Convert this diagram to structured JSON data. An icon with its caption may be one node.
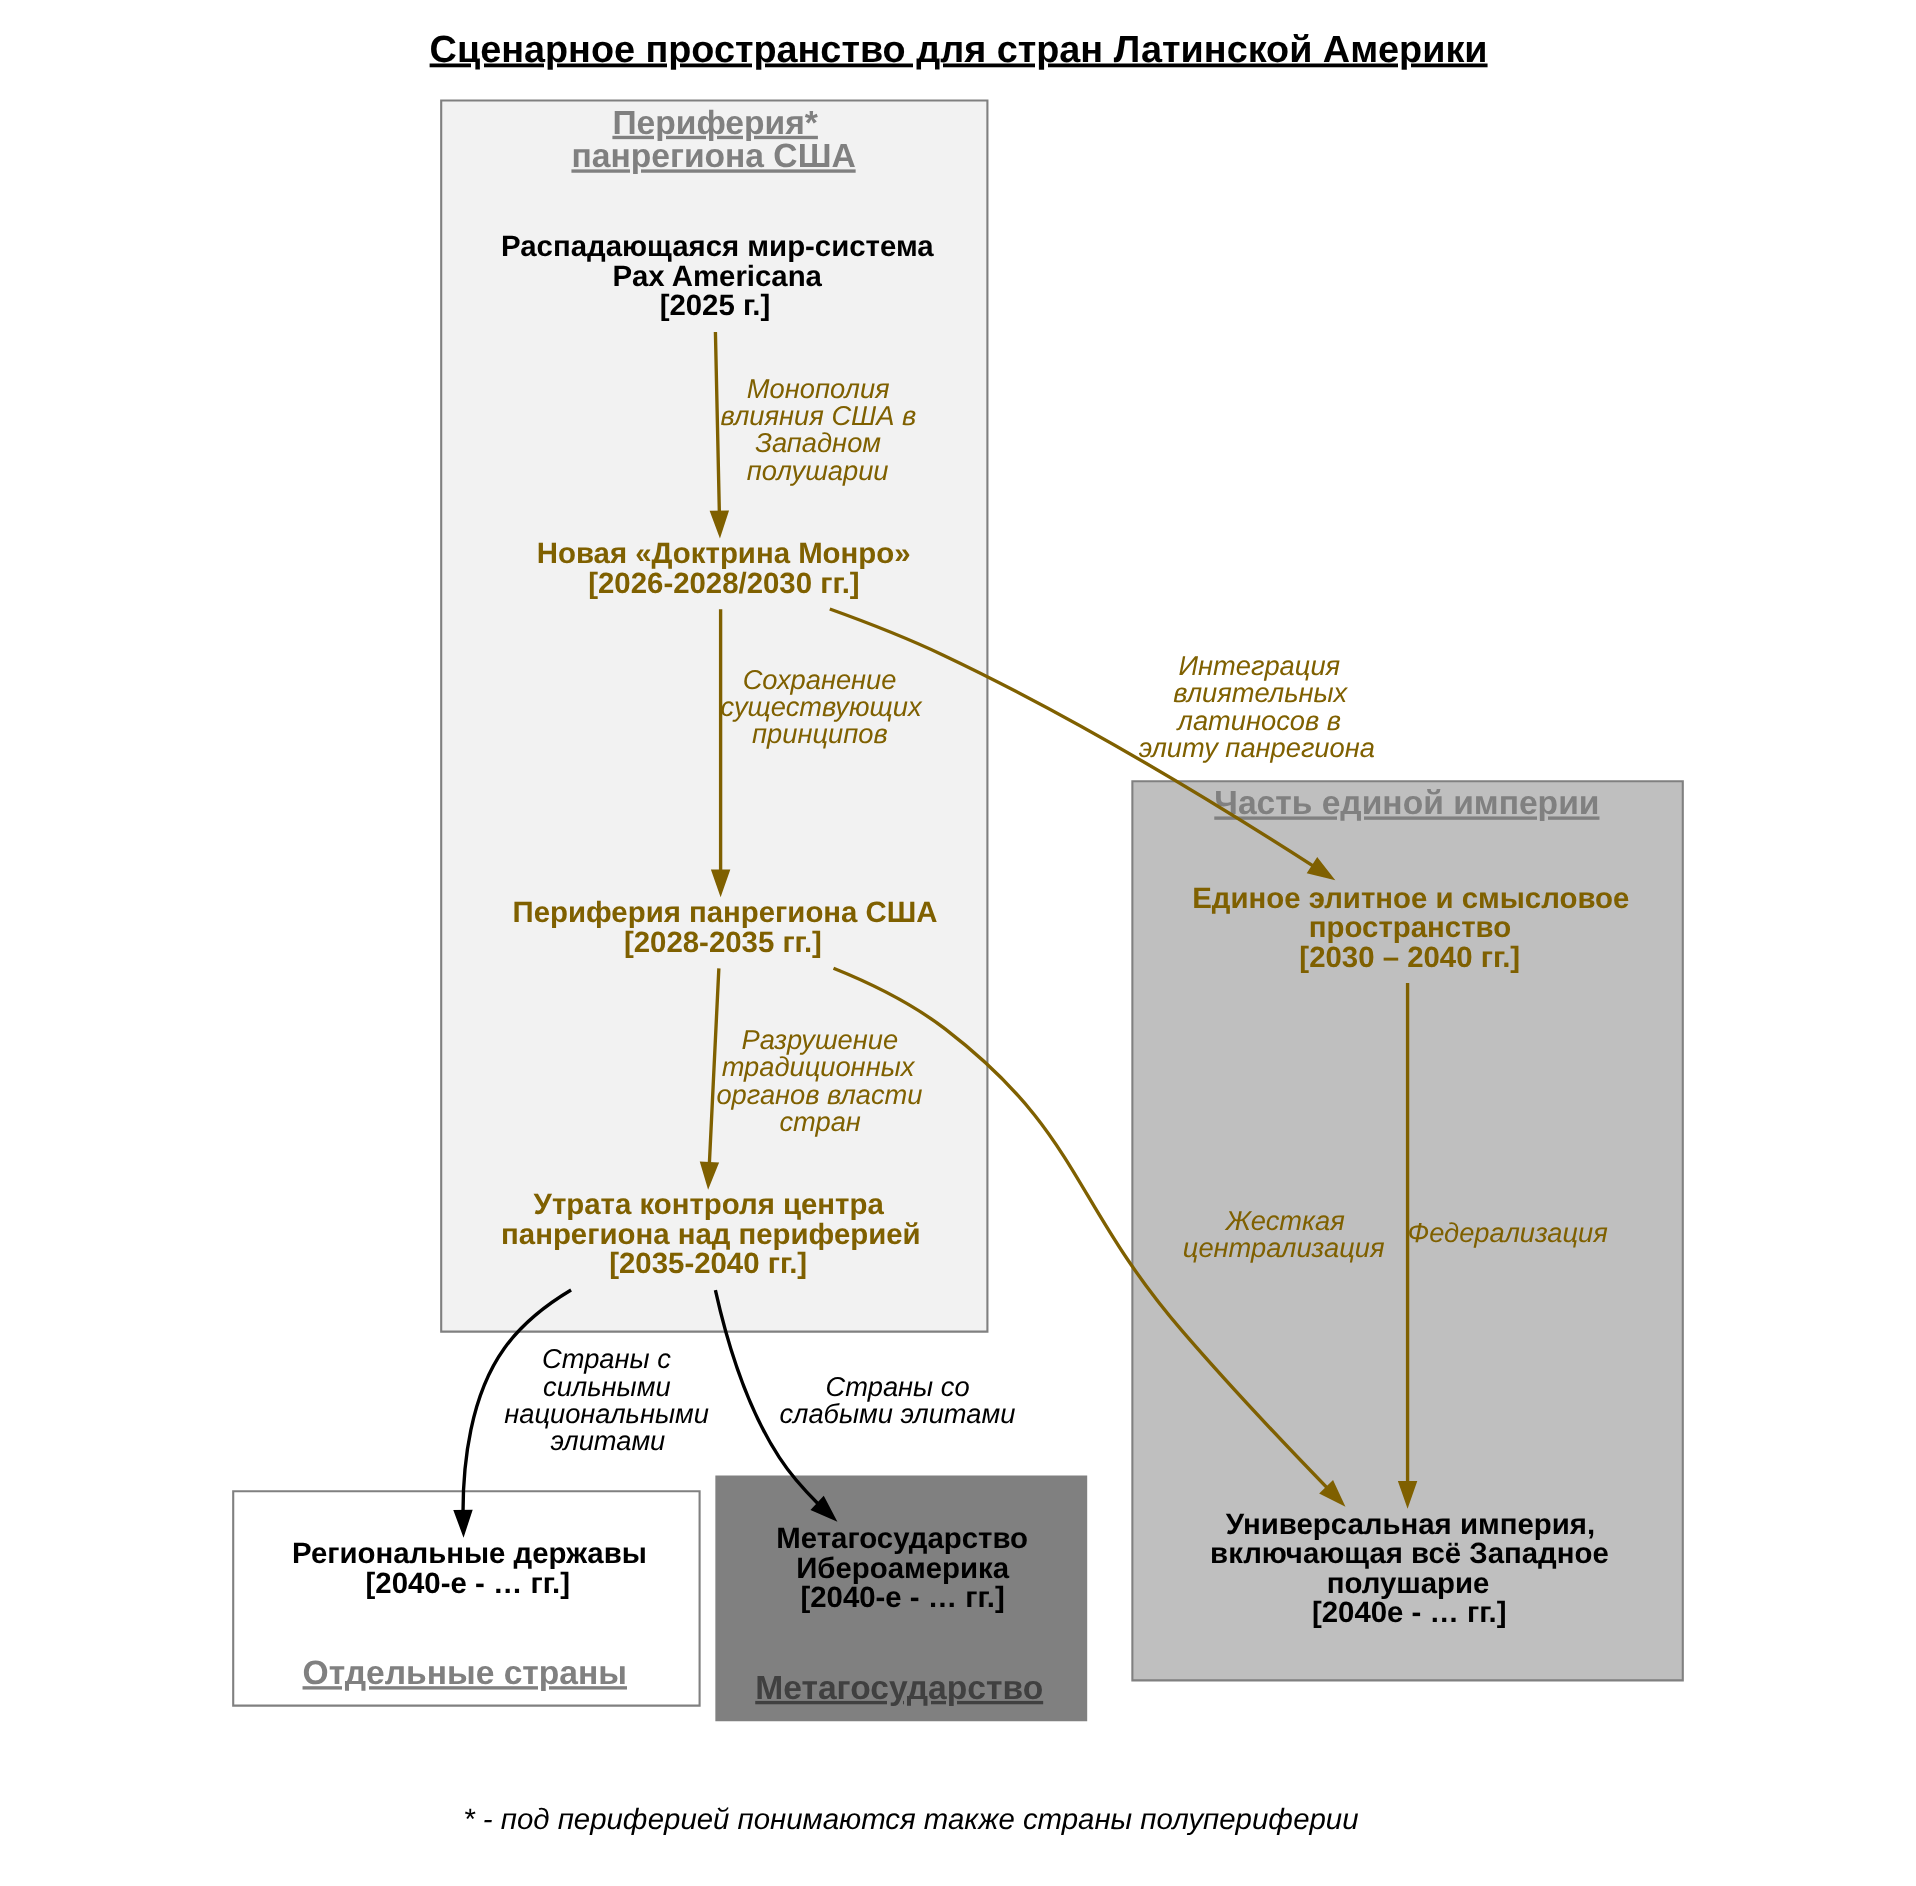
{
  "diagram": {
    "title": "Сценарное пространство для стран Латинской Америки",
    "caption": "* - под периферией понимаются также страны полупериферии",
    "nodes": [
      {
        "text": [
          "Отдельные страны"
        ]
      },
      {
        "text": [
          "Периферия* панрегиона США"
        ]
      },
      {
        "text": [
          "Часть единой империи"
        ]
      },
      {
        "text": [
          "Метагосударство"
        ]
      },
      {
        "text": [
          "Распадающаяся мир-система Pax Americana",
          "[2025 г.]"
        ],
        "in": 1
      },
      {
        "text": [
          "Новая «Доктрина Монро»",
          "[2026-2028/2030 гг.]"
        ],
        "in": 1
      },
      {
        "text": [
          "Периферия панрегиона США",
          "[2028-2035 гг.]"
        ],
        "in": 1
      },
      {
        "text": [
          "Единое элитное и смысловое пространство",
          "[2030 – 2040 гг.]"
        ],
        "in": 2
      },
      {
        "text": [
          "Утрата контроля центра панрегиона над периферией",
          "[2035-2040 гг.]"
        ],
        "in": 1
      },
      {
        "text": [
          "Региональные державы",
          "[2040-е - … гг.]"
        ],
        "in": 0
      },
      {
        "text": [
          "Универсальная империя, включающая всё Западное полушарие",
          "[2040е - … гг.]"
        ],
        "in": 2
      },
      {
        "text": [
          "Метагосударство Ибероамерика",
          "[2040-е - … гг.]"
        ],
        "in": 3
      }
    ],
    "edges": [
      {
        "from": 4,
        "to": 5,
        "arrow": "to",
        "label": "Монополия влияния США в Западном полушарии"
      },
      {
        "from": 5,
        "to": 6,
        "arrow": "to",
        "label": "Сохранение существующих принципов"
      },
      {
        "from": 5,
        "to": 7,
        "arrow": "to",
        "label": "Интеграция влиятельных латиносов в элиту панрегиона"
      },
      {
        "from": 6,
        "to": 8,
        "arrow": "to",
        "label": "Разрушение традиционных органов власти стран"
      },
      {
        "from": 6,
        "to": 10,
        "arrow": "to",
        "label": "Жесткая централизация"
      },
      {
        "from": 7,
        "to": 10,
        "arrow": "to",
        "label": "Федерализация"
      },
      {
        "from": 8,
        "to": 9,
        "arrow": "to",
        "label": "Страны с сильными национальными элитами",
        "color": "#000000"
      },
      {
        "from": 8,
        "to": 11,
        "arrow": "to",
        "label": "Страны со слабыми элитами",
        "color": "#000000"
      }
    ]
  }
}
